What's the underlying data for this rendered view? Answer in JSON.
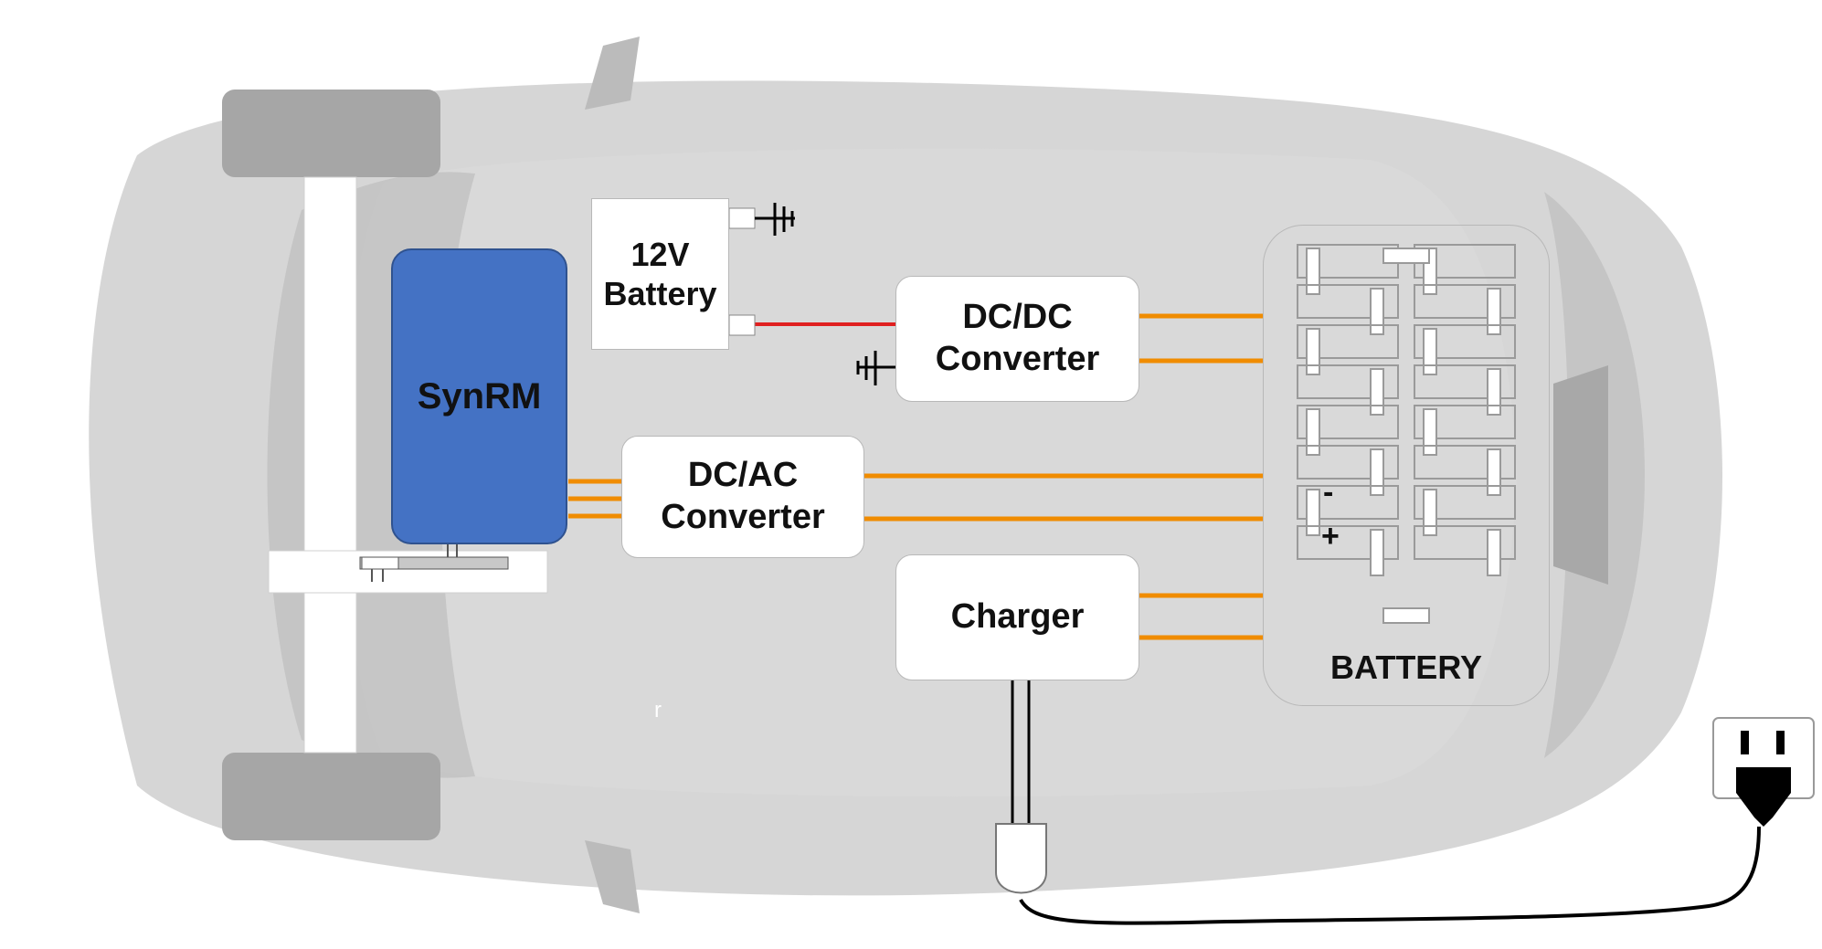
{
  "diagram": {
    "blocks": {
      "battery12v": {
        "line1": "12V",
        "line2": "Battery"
      },
      "motor": {
        "label": "SynRM"
      },
      "dcdc": {
        "line1": "DC/DC",
        "line2": "Converter"
      },
      "dcac": {
        "line1": "DC/AC",
        "line2": "Converter"
      },
      "charger": {
        "label": "Charger"
      },
      "hv_battery": {
        "label": "BATTERY",
        "minus": "-",
        "plus": "+"
      }
    },
    "stray_mark": "r",
    "colors": {
      "motor_fill": "#4472c4",
      "hv_cable": "#f08c00",
      "lv_cable": "#e02020",
      "car_body": "#cfcfcf",
      "wheel": "#a6a6a6",
      "plug": "#000000"
    }
  }
}
